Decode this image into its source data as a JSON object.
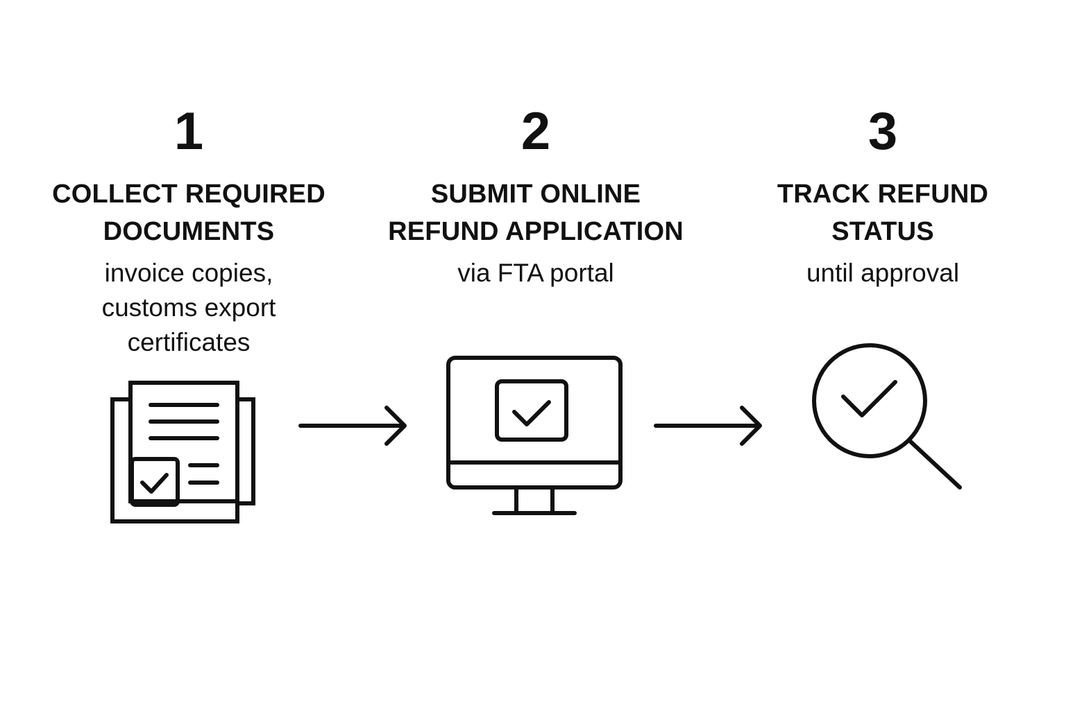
{
  "steps": [
    {
      "number": "1",
      "title": [
        "COLLECT REQUIRED",
        "DOCUMENTS"
      ],
      "description": [
        "invoice copies,",
        "customs export",
        "certificates"
      ],
      "icon": "documents-checklist-icon"
    },
    {
      "number": "2",
      "title": [
        "SUBMIT ONLINE",
        "REFUND APPLICATION"
      ],
      "description": [
        "via FTA portal"
      ],
      "icon": "monitor-checkbox-icon"
    },
    {
      "number": "3",
      "title": [
        "TRACK REFUND",
        "STATUS"
      ],
      "description": [
        "until approval"
      ],
      "icon": "magnifier-check-icon"
    }
  ],
  "connectors": [
    "arrow-right-icon",
    "arrow-right-icon"
  ],
  "colors": {
    "background": "#ffffff",
    "foreground": "#111111"
  }
}
